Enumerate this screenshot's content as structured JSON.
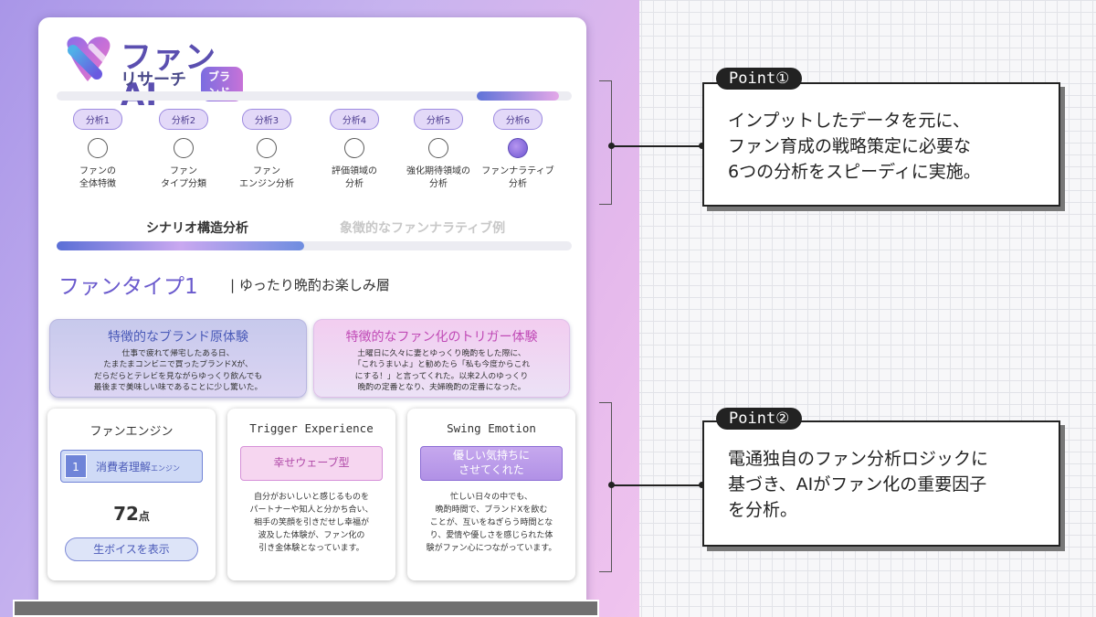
{
  "logo": {
    "title": "ファンAI",
    "subtitle": "リサーチ",
    "badge": "ブランド"
  },
  "progress": {
    "value_fraction": 0.16
  },
  "steps": [
    {
      "tag": "分析1",
      "label": "ファンの\n全体特徴",
      "active": false
    },
    {
      "tag": "分析2",
      "label": "ファン\nタイプ分類",
      "active": false
    },
    {
      "tag": "分析3",
      "label": "ファン\nエンジン分析",
      "active": false
    },
    {
      "tag": "分析4",
      "label": "評価領域の\n分析",
      "active": false
    },
    {
      "tag": "分析5",
      "label": "強化期待領域の\n分析",
      "active": false
    },
    {
      "tag": "分析6",
      "label": "ファンナラティブ\n分析",
      "active": true
    }
  ],
  "tabs": {
    "active": "シナリオ構造分析",
    "inactive": "象徴的なファンナラティブ例",
    "progress_fraction": 0.48
  },
  "fantype": {
    "title": "ファンタイプ1",
    "subtitle": "| ゆったり晩酌お楽しみ層"
  },
  "experience": {
    "brand": {
      "title": "特徴的なブランド原体験",
      "text": "仕事で疲れて帰宅したある日、\nたまたまコンビニで買ったブランドXが、\nだらだらとテレビを見ながらゆっくり飲んでも\n最後まで美味しい味であることに少し驚いた。"
    },
    "trigger": {
      "title": "特徴的なファン化のトリガー体験",
      "text": "土曜日に久々に妻とゆっくり晩酌をした際に、\n「これうまいよ」と勧めたら「私も今度からこれ\nにする！」と言ってくれた。以来2人のゆっくり\n晩酌の定番となり、夫婦晩酌の定番になった。"
    }
  },
  "cards": {
    "engine": {
      "title": "ファンエンジン",
      "num": "1",
      "label": "消費者理解",
      "label_small": "エンジン",
      "score": "72",
      "score_unit": "点",
      "button": "生ボイスを表示"
    },
    "trigger": {
      "title": "Trigger Experience",
      "pill": "幸せウェーブ型",
      "text": "自分がおいしいと感じるものを\nパートナーや知人と分かち合い、\n相手の笑顔を引きだせし幸福が\n波及した体験が、ファン化の\n引き金体験となっています。"
    },
    "swing": {
      "title": "Swing Emotion",
      "pill": "優しい気持ちに\nさせてくれた",
      "text": "忙しい日々の中でも、\n晩酌時間で、ブランドXを飲む\nことが、互いをねぎらう時間とな\nり、愛情や優しさを感じられた体\n験がファン心につながっています。"
    }
  },
  "points": [
    {
      "tag": "Point①",
      "text": "インプットしたデータを元に、\nファン育成の戦略策定に必要な\n6つの分析をスピーディに実施。"
    },
    {
      "tag": "Point②",
      "text": "電通独自のファン分析ロジックに\n基づき、AIがファン化の重要因子\nを分析。"
    }
  ],
  "colors": {
    "accent": "#6a5acd",
    "pink": "#c04ab6",
    "blue": "#4a5ab8"
  }
}
